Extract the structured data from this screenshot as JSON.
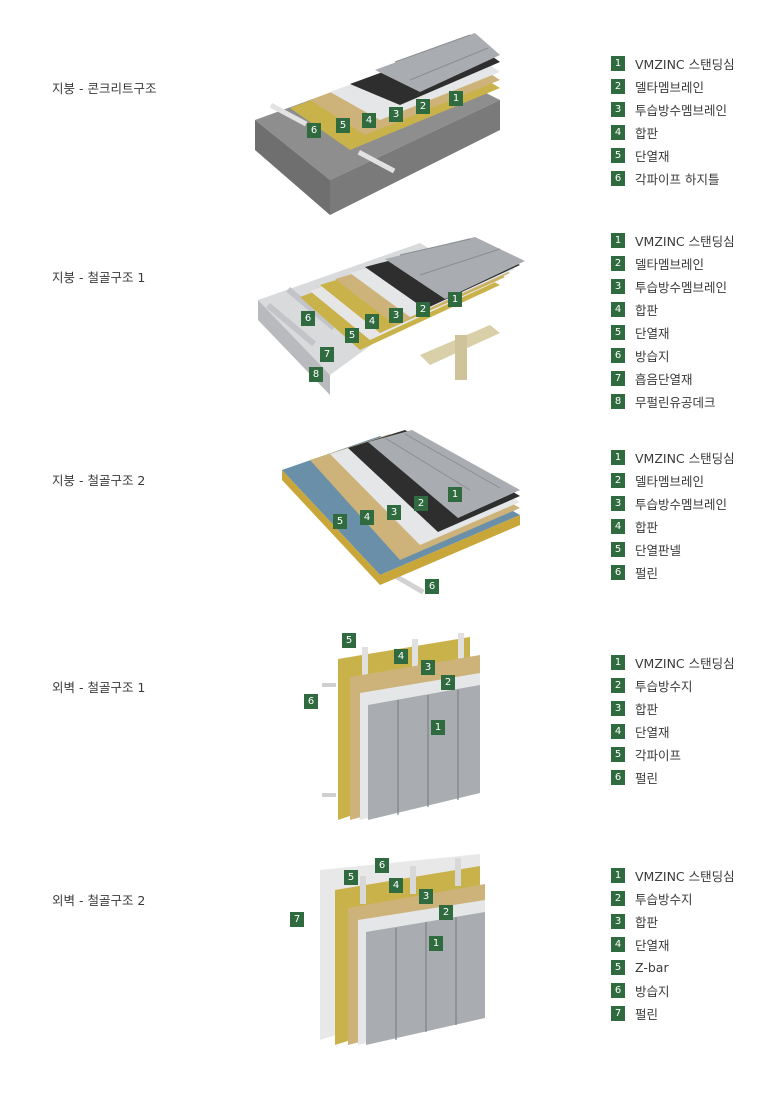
{
  "sections": [
    {
      "title": "지붕 - 콘크리트구조",
      "legend": [
        {
          "num": "1",
          "text": "VMZINC 스탠딩심"
        },
        {
          "num": "2",
          "text": "델타멤브레인"
        },
        {
          "num": "3",
          "text": "투습방수멤브레인"
        },
        {
          "num": "4",
          "text": "합판"
        },
        {
          "num": "5",
          "text": "단열재"
        },
        {
          "num": "6",
          "text": "각파이프 하지틀"
        }
      ]
    },
    {
      "title": "지붕 - 철골구조 1",
      "legend": [
        {
          "num": "1",
          "text": "VMZINC 스탠딩심"
        },
        {
          "num": "2",
          "text": "델타멤브레인"
        },
        {
          "num": "3",
          "text": "투습방수멤브레인"
        },
        {
          "num": "4",
          "text": "합판"
        },
        {
          "num": "5",
          "text": "단열재"
        },
        {
          "num": "6",
          "text": "방습지"
        },
        {
          "num": "7",
          "text": "흡음단열재"
        },
        {
          "num": "8",
          "text": "무펄린유공데크"
        }
      ]
    },
    {
      "title": "지붕 - 철골구조 2",
      "legend": [
        {
          "num": "1",
          "text": "VMZINC 스탠딩심"
        },
        {
          "num": "2",
          "text": "델타멤브레인"
        },
        {
          "num": "3",
          "text": "투습방수멤브레인"
        },
        {
          "num": "4",
          "text": "합판"
        },
        {
          "num": "5",
          "text": "단열판넬"
        },
        {
          "num": "6",
          "text": "펄린"
        }
      ]
    },
    {
      "title": "외벽 - 철골구조 1",
      "legend": [
        {
          "num": "1",
          "text": "VMZINC 스탠딩심"
        },
        {
          "num": "2",
          "text": "투습방수지"
        },
        {
          "num": "3",
          "text": "합판"
        },
        {
          "num": "4",
          "text": "단열재"
        },
        {
          "num": "5",
          "text": "각파이프"
        },
        {
          "num": "6",
          "text": "펄린"
        }
      ]
    },
    {
      "title": "외벽 - 철골구조 2",
      "legend": [
        {
          "num": "1",
          "text": "VMZINC 스탠딩심"
        },
        {
          "num": "2",
          "text": "투습방수지"
        },
        {
          "num": "3",
          "text": "합판"
        },
        {
          "num": "4",
          "text": "단열재"
        },
        {
          "num": "5",
          "text": "Z-bar"
        },
        {
          "num": "6",
          "text": "방습지"
        },
        {
          "num": "7",
          "text": "펄린"
        }
      ]
    }
  ],
  "colors": {
    "zinc": "#a9acb0",
    "membrane": "#2e2e2e",
    "vapor": "#e4e6e8",
    "plywood": "#cdb37a",
    "insulation": "#c9b24a",
    "concrete": "#8e8e8e",
    "label": "#2f6b3f"
  }
}
